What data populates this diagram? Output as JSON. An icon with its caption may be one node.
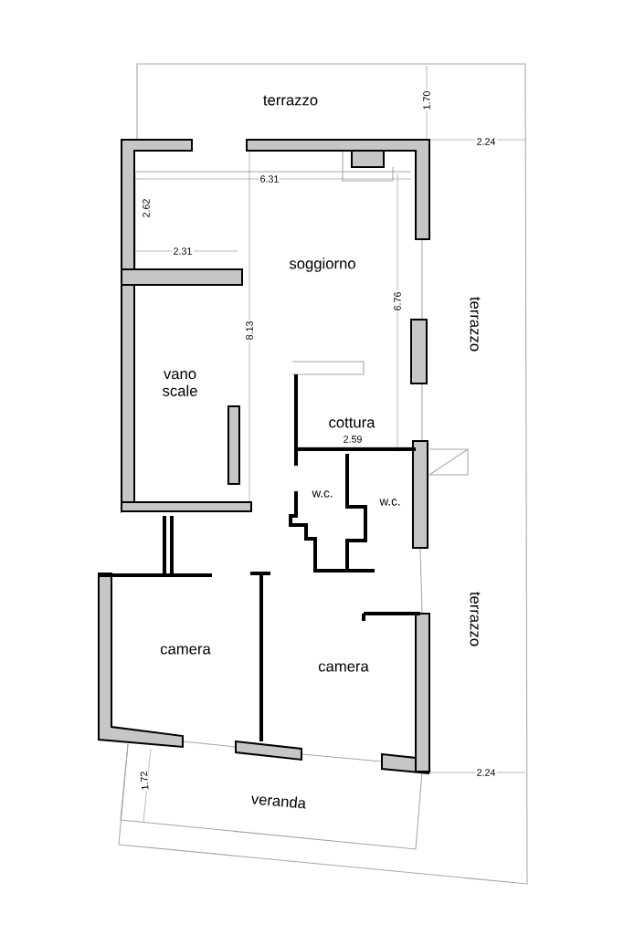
{
  "diagram": {
    "labels": [
      "terrazzo",
      "1.70",
      "2.24",
      "6.31",
      "2.62",
      "2.31",
      "soggiorno",
      "6.76",
      "terrazzo",
      "8.13",
      "vano scale",
      "cottura",
      "2.59",
      "w.c.",
      "w.c.",
      "terrazzo",
      "camera",
      "camera",
      "2.24",
      "1.72",
      "veranda"
    ]
  }
}
